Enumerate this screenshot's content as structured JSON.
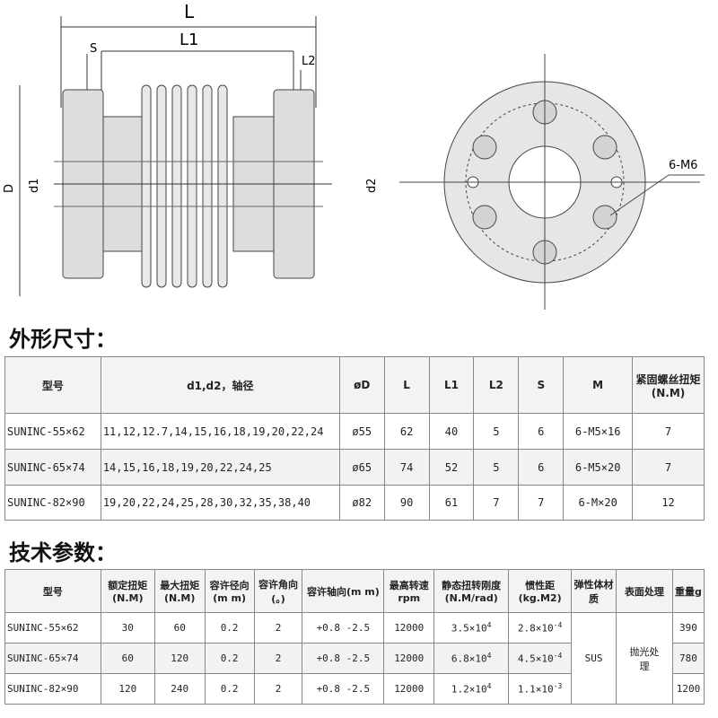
{
  "drawing": {
    "L": "L",
    "L1": "L1",
    "S": "S",
    "L2": "L2",
    "D": "D",
    "d1": "d1",
    "d2": "d2",
    "holes": "6-M6"
  },
  "section1": {
    "title": "外形尺寸：",
    "headers": [
      "型号",
      "d1,d2，轴径",
      "øD",
      "L",
      "L1",
      "L2",
      "S",
      "M",
      "紧固螺丝扭矩(N.M)"
    ],
    "rows": [
      [
        "SUNINC-55×62",
        "11,12,12.7,14,15,16,18,19,20,22,24",
        "ø55",
        "62",
        "40",
        "5",
        "6",
        "6-M5×16",
        "7"
      ],
      [
        "SUNINC-65×74",
        "14,15,16,18,19,20,22,24,25",
        "ø65",
        "74",
        "52",
        "5",
        "6",
        "6-M5×20",
        "7"
      ],
      [
        "SUNINC-82×90",
        "19,20,22,24,25,28,30,32,35,38,40",
        "ø82",
        "90",
        "61",
        "7",
        "7",
        "6-M×20",
        "12"
      ]
    ]
  },
  "section2": {
    "title": "技术参数：",
    "headers": [
      "型号",
      "额定扭矩(N.M)",
      "最大扭矩(N.M)",
      "容许径向(m m)",
      "容许角向(。)",
      "容许轴向(m m)",
      "最高转速rpm",
      "静态扭转刚度(N.M/rad)",
      "惯性距(kg.M2)",
      "弹性体材质",
      "表面处理",
      "重量g"
    ],
    "rows": [
      [
        "SUNINC-55×62",
        "30",
        "60",
        "0.2",
        "2",
        "+0.8 -2.5",
        "12000",
        "3.5×10",
        "4",
        "2.8×10",
        "-4",
        "390"
      ],
      [
        "SUNINC-65×74",
        "60",
        "120",
        "0.2",
        "2",
        "+0.8 -2.5",
        "12000",
        "6.8×10",
        "4",
        "4.5×10",
        "-4",
        "780"
      ],
      [
        "SUNINC-82×90",
        "120",
        "240",
        "0.2",
        "2",
        "+0.8 -2.5",
        "12000",
        "1.2×10",
        "4",
        "1.1×10",
        "-3",
        "1200"
      ]
    ],
    "material": "SUS",
    "finish": "抛光处理"
  }
}
